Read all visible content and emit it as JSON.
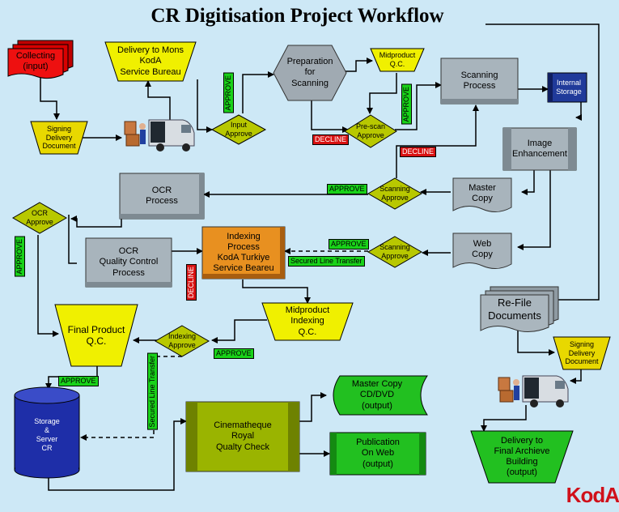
{
  "title": "CR Digitisation Project Workflow",
  "nodes": {
    "collecting": "Collecting\n(input)",
    "delivery_mons": "Delivery to Mons\nKodA\nService Bureau",
    "signing1": "Signing\nDelivery\nDocument",
    "input_approve": "Input\nApprove",
    "preparation": "Preparation\nfor\nScanning",
    "midproduct_qc1": "Midproduct\nQ.C.",
    "prescan_approve": "Pre-scan\nApprove",
    "scanning": "Scanning\nProcess",
    "internal_storage": "Internal\nStorage",
    "image_enh": "Image\nEnhancement",
    "master_copy": "Master\nCopy",
    "web_copy": "Web\nCopy",
    "scanning_approve1": "Scanning\nApprove",
    "scanning_approve2": "Scanning\nApprove",
    "ocr_process": "OCR\nProcess",
    "ocr_approve": "OCR\nApprove",
    "ocr_qc": "OCR\nQuality Control\nProcess",
    "indexing": "Indexing\nProcess\nKodA Turkiye\nService Beareu",
    "midproduct_idx": "Midproduct\nIndexing\nQ.C.",
    "refile": "Re-File\nDocuments",
    "final_qc": "Final Product\nQ.C.",
    "indexing_approve": "Indexing\nApprove",
    "signing2": "Signing\nDelivery\nDocument",
    "storage": "Storage\n&\nServer\nCR",
    "cinematheque": "Cinematheque\nRoyal\nQualty Check",
    "master_cd": "Master Copy\nCD/DVD\n(output)",
    "publication": "Publication\nOn Web\n(output)",
    "delivery_final": "Delivery to\nFinal Archieve\nBuilding\n(output)"
  },
  "tags": {
    "approve": "APPROVE",
    "decline": "DECLINE",
    "secured_line": "Secured Line Transfer"
  },
  "logo": "KodA",
  "colors": {
    "background": "#cde8f6",
    "approve": "#19d219",
    "decline": "#d81212",
    "gray_node": "#a7b4bc",
    "yellow_node": "#f0f000",
    "green_node": "#7acc10",
    "olive_node": "#b8c800",
    "orange_node": "#e89020",
    "red_node": "#e00000",
    "blue_node": "#203a9a"
  }
}
